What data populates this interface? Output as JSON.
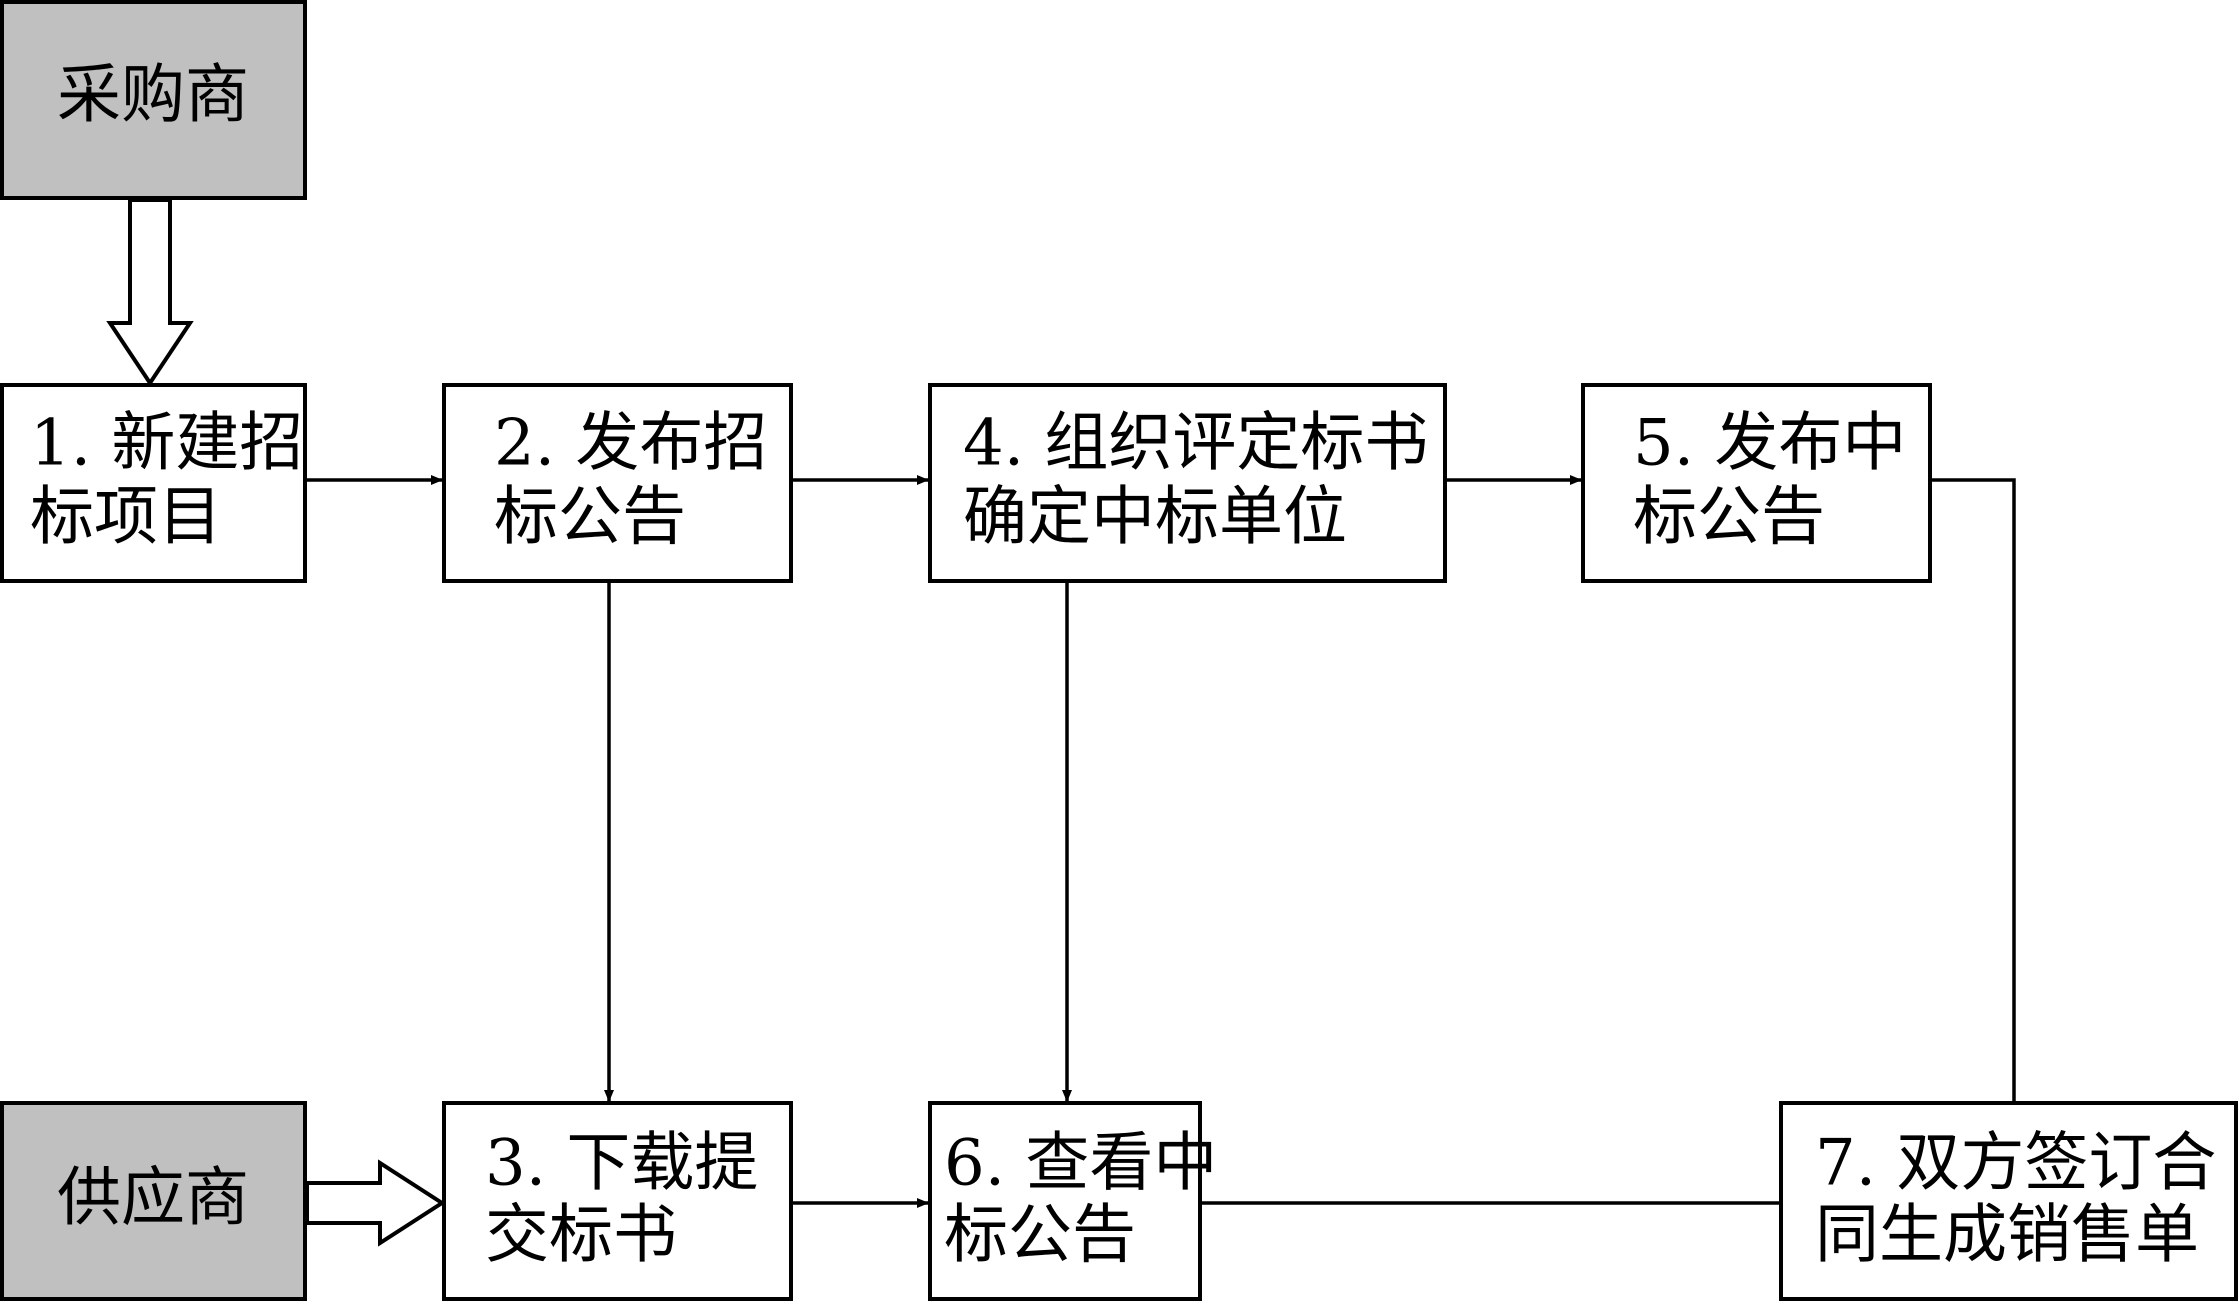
{
  "colors": {
    "actor_fill": "#c0c0c0",
    "step_fill": "#ffffff",
    "stroke": "#000000"
  },
  "actors": {
    "purchaser": "采购商",
    "supplier": "供应商"
  },
  "steps": {
    "s1": {
      "line1": "1. 新建招",
      "line2": "标项目"
    },
    "s2": {
      "line1": "2. 发布招",
      "line2": "标公告"
    },
    "s3": {
      "line1": "3. 下载提",
      "line2": "交标书"
    },
    "s4": {
      "line1": "4. 组织评定标书",
      "line2": "确定中标单位"
    },
    "s5": {
      "line1": "5. 发布中",
      "line2": "标公告"
    },
    "s6": {
      "line1": "6. 查看中",
      "line2": "标公告"
    },
    "s7": {
      "line1": "7. 双方签订合",
      "line2": "同生成销售单"
    }
  }
}
